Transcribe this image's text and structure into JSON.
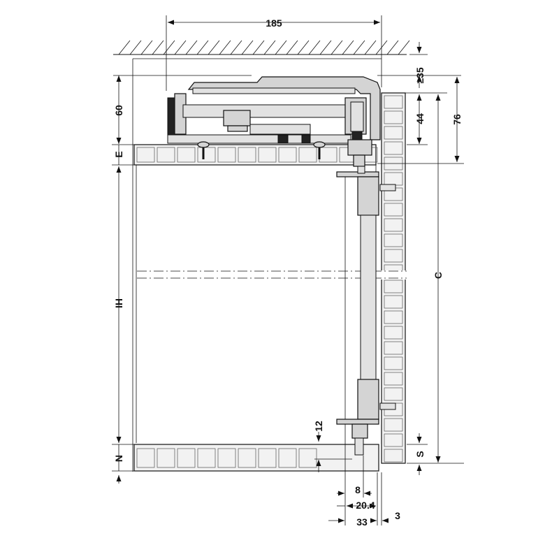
{
  "diagram": {
    "labels": {
      "dim_185": "185",
      "dim_ge35": "≥35",
      "dim_60": "60",
      "dim_44": "44",
      "dim_76": "76",
      "label_E": "E",
      "label_IH": "IH",
      "label_C": "C",
      "dim_12": "12",
      "label_N": "N",
      "label_S": "S",
      "dim_8": "8",
      "dim_20_4": "20.4",
      "dim_33": "33",
      "dim_3": "3"
    },
    "colors": {
      "line": "#111111",
      "part_fill": "#d4d4d4",
      "board_fill": "#f2f2f2"
    }
  }
}
